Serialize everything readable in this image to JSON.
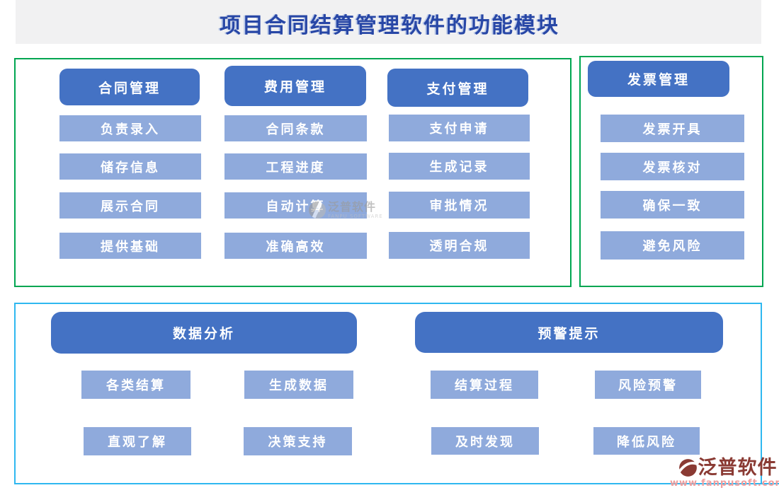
{
  "page": {
    "title": "项目合同结算管理软件的功能模块"
  },
  "columns": [
    {
      "header": "合同管理",
      "items": [
        "负责录入",
        "储存信息",
        "展示合同",
        "提供基础"
      ]
    },
    {
      "header": "费用管理",
      "items": [
        "合同条款",
        "工程进度",
        "自动计算",
        "准确高效"
      ]
    },
    {
      "header": "支付管理",
      "items": [
        "支付申请",
        "生成记录",
        "审批情况",
        "透明合规"
      ]
    },
    {
      "header": "发票管理",
      "items": [
        "发票开具",
        "发票核对",
        "确保一致",
        "避免风险"
      ]
    }
  ],
  "groups": [
    {
      "header": "数据分析",
      "items": [
        "各类结算",
        "生成数据",
        "直观了解",
        "决策支持"
      ]
    },
    {
      "header": "预警提示",
      "items": [
        "结算过程",
        "风险预警",
        "及时发现",
        "降低风险"
      ]
    }
  ],
  "watermark": {
    "text": "泛普软件",
    "subtext": "FANPU SOFTWARE"
  },
  "logo": {
    "brand": "泛普软件",
    "website": "www.fanpusoft.com"
  },
  "colors": {
    "header_blue": "#4472C4",
    "item_blue": "#8FAADC",
    "panel_border_green": "#00A651",
    "panel_border_cyan": "#2FB8F0",
    "title_blue": "#2847A6",
    "brand_maroon": "#8A3A33",
    "brand_url_pink": "#EF9E9E"
  }
}
